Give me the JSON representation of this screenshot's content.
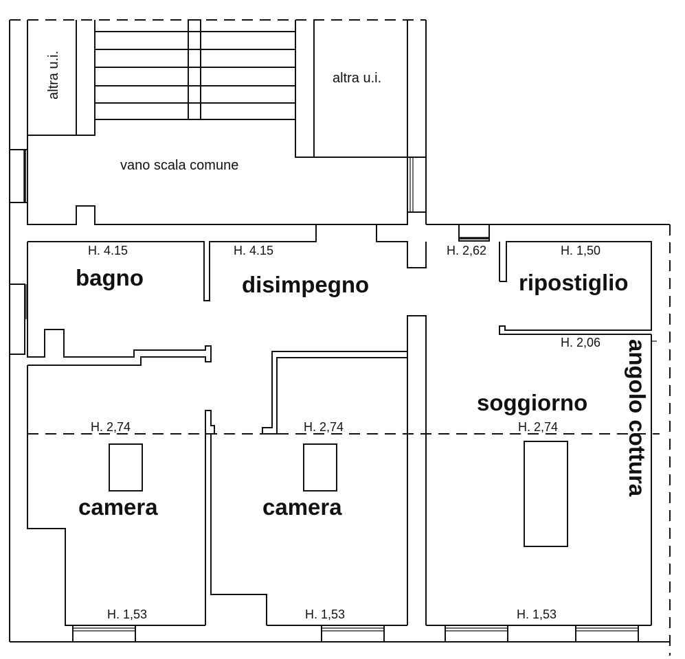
{
  "plan": {
    "type": "floor_plan",
    "stroke_color": "#111111",
    "background": "#ffffff",
    "rooms": [
      {
        "id": "altra-ui-left",
        "label": "altra u.i.",
        "orientation": "vertical"
      },
      {
        "id": "altra-ui-right",
        "label": "altra u.i."
      },
      {
        "id": "vano-scala",
        "label": "vano scala comune"
      },
      {
        "id": "bagno",
        "label": "bagno",
        "height": "H. 4.15"
      },
      {
        "id": "disimpegno",
        "label": "disimpegno",
        "height": "H. 4.15"
      },
      {
        "id": "ripostiglio",
        "label": "ripostiglio",
        "height": "H. 1,50"
      },
      {
        "id": "soggiorno",
        "label": "soggiorno",
        "height_top": "H. 2,06",
        "height_mid": "H. 2,74",
        "height_bottom": "H. 1,53"
      },
      {
        "id": "angolo-cottura",
        "label": "angolo cottura",
        "orientation": "vertical"
      },
      {
        "id": "camera-1",
        "label": "camera",
        "height_mid": "H. 2,74",
        "height_bottom": "H. 1,53"
      },
      {
        "id": "camera-2",
        "label": "camera",
        "height_mid": "H. 2,74",
        "height_bottom": "H. 1,53"
      }
    ],
    "door_height": "H. 2,62"
  }
}
